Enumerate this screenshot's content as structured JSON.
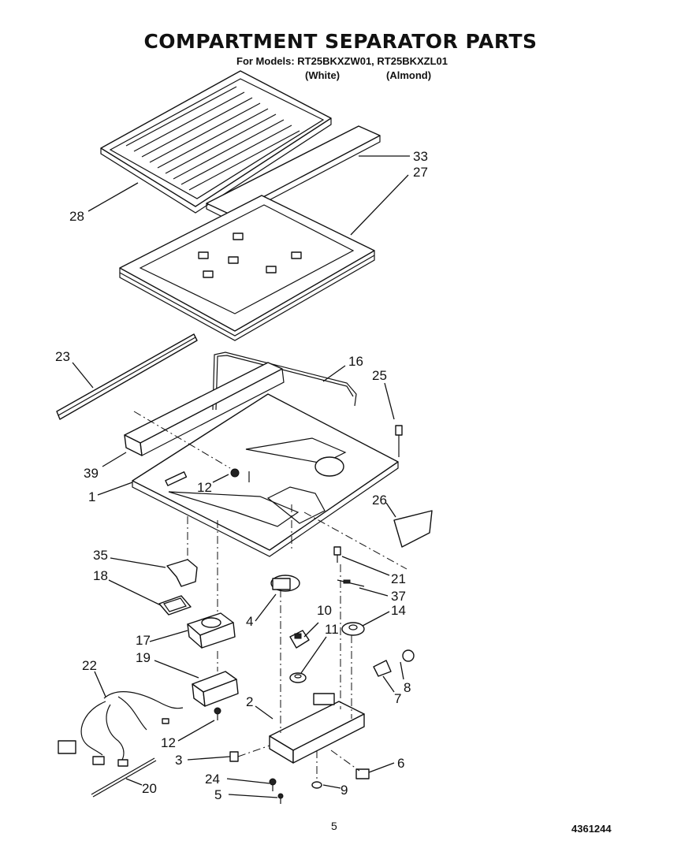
{
  "header": {
    "title": "COMPARTMENT SEPARATOR PARTS",
    "subtitle": "For Models: RT25BKXZW01, RT25BKXZL01",
    "color_white": "(White)",
    "color_almond": "(Almond)"
  },
  "callouts": {
    "c33": "33",
    "c27": "27",
    "c28": "28",
    "c23": "23",
    "c16": "16",
    "c25": "25",
    "c39": "39",
    "c1": "1",
    "c12a": "12",
    "c26": "26",
    "c35": "35",
    "c18": "18",
    "c21": "21",
    "c37": "37",
    "c4": "4",
    "c10": "10",
    "c11": "11",
    "c14": "14",
    "c17": "17",
    "c19": "19",
    "c22": "22",
    "c8": "8",
    "c7": "7",
    "c2": "2",
    "c12b": "12",
    "c3": "3",
    "c6": "6",
    "c24": "24",
    "c9": "9",
    "c5": "5",
    "c20": "20"
  },
  "footer": {
    "page_number": "5",
    "document_number": "4361244"
  }
}
